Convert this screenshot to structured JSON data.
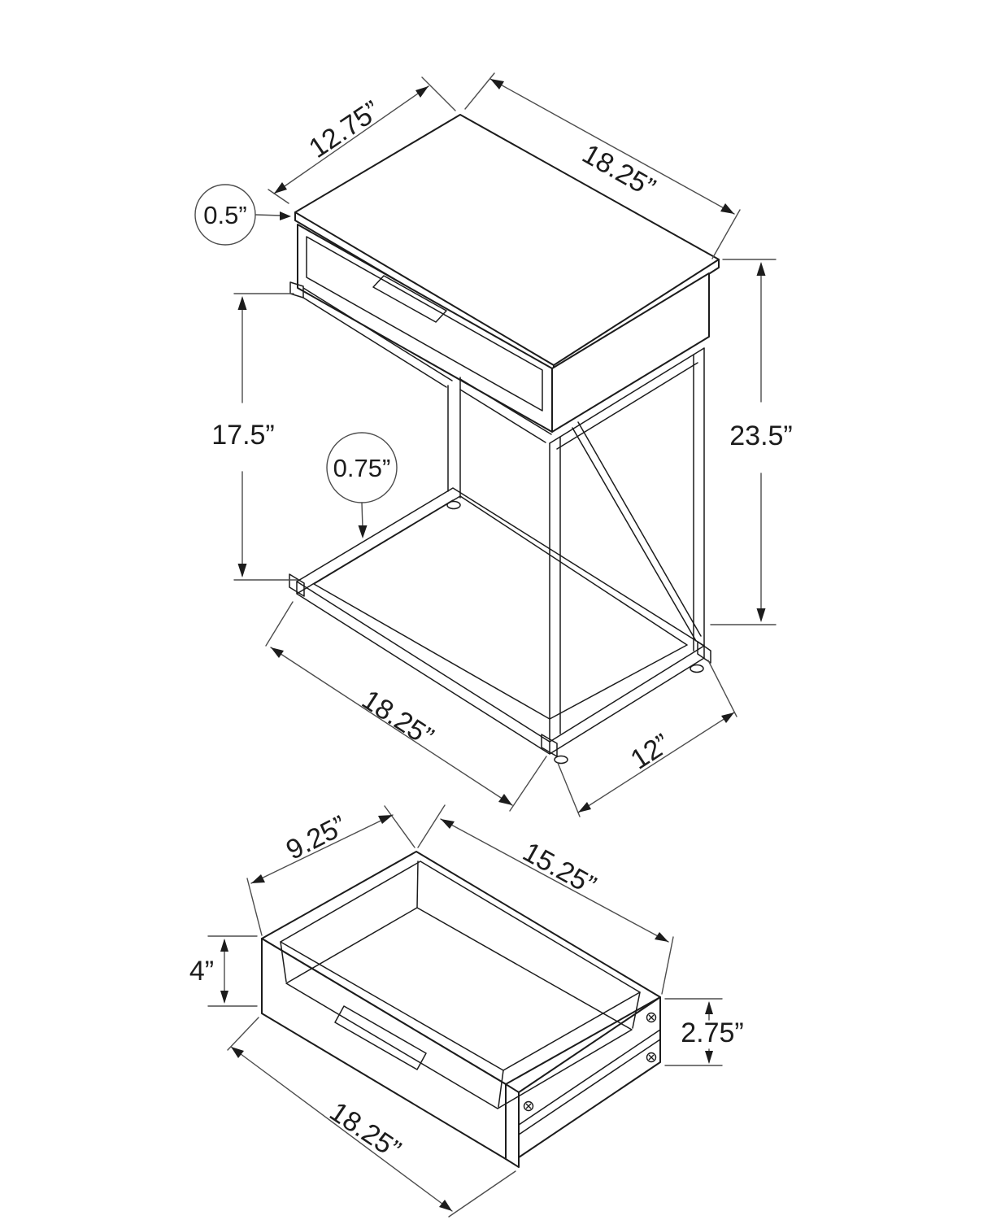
{
  "drawing": {
    "description": "Accent table with drawer - dimensional assembly diagram, two isometric views",
    "background_color": "#ffffff",
    "object_line_color": "#1c1c1c",
    "dimension_line_color": "#4d4d4d",
    "table_view": {
      "top_depth": "12.75”",
      "top_width": "18.25”",
      "top_thickness": "0.5”",
      "clearance_height": "17.5”",
      "frame_tube_size": "0.75”",
      "total_height": "23.5”",
      "base_width": "18.25”",
      "base_depth": "12”"
    },
    "drawer_view": {
      "inner_depth": "9.25”",
      "inner_width": "15.25”",
      "front_height": "4”",
      "side_height": "2.75”",
      "outer_width": "18.25”"
    }
  }
}
